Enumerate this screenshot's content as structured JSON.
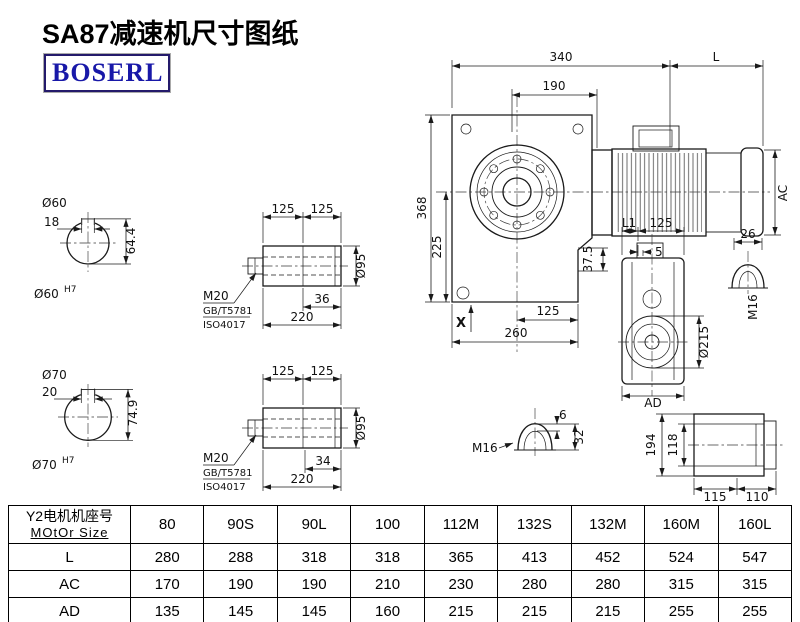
{
  "header": {
    "title": "SA87减速机尺寸图纸",
    "logo": "BOSERL"
  },
  "front_view": {
    "d340": "340",
    "dL": "L",
    "d190": "190",
    "d368": "368",
    "d225": "225",
    "d37_5": "37.5",
    "d125": "125",
    "d260": "260",
    "dX": "X",
    "dAC": "AC"
  },
  "bore60": {
    "label": "Ø60",
    "key_w": "18",
    "key_h": "64.4",
    "fit": "Ø60",
    "fit_sup": "H7"
  },
  "bore70": {
    "label": "Ø70",
    "key_w": "20",
    "key_h": "74.9",
    "fit": "Ø70",
    "fit_sup": "H7"
  },
  "shaft_top": {
    "d125a": "125",
    "d125b": "125",
    "thread": "M20",
    "std1": "GB/T5781",
    "std2": "ISO4017",
    "d36": "36",
    "d220": "220",
    "dia": "Ø95"
  },
  "shaft_bot": {
    "d125a": "125",
    "d125b": "125",
    "thread": "M20",
    "std1": "GB/T5781",
    "std2": "ISO4017",
    "d34": "34",
    "d220": "220",
    "dia": "Ø95"
  },
  "side_view": {
    "dL1": "L1",
    "d125": "125",
    "d5": "5",
    "d26": "26",
    "thread": "M16",
    "dia": "Ø215",
    "dAD": "AD"
  },
  "plug_view": {
    "d6": "6",
    "d32": "32",
    "thread": "M16"
  },
  "top_view": {
    "d194": "194",
    "d118": "118",
    "d115": "115",
    "d110": "110"
  },
  "table": {
    "row_header": {
      "line1": "Y2电机机座号",
      "line2": "MOtOr Size"
    },
    "columns": [
      "80",
      "90S",
      "90L",
      "100",
      "112M",
      "132S",
      "132M",
      "160M",
      "160L"
    ],
    "rows": [
      {
        "label": "L",
        "values": [
          "280",
          "288",
          "318",
          "318",
          "365",
          "413",
          "452",
          "524",
          "547"
        ]
      },
      {
        "label": "AC",
        "values": [
          "170",
          "190",
          "190",
          "210",
          "230",
          "280",
          "280",
          "315",
          "315"
        ]
      },
      {
        "label": "AD",
        "values": [
          "135",
          "145",
          "145",
          "160",
          "215",
          "215",
          "215",
          "255",
          "255"
        ]
      }
    ]
  }
}
